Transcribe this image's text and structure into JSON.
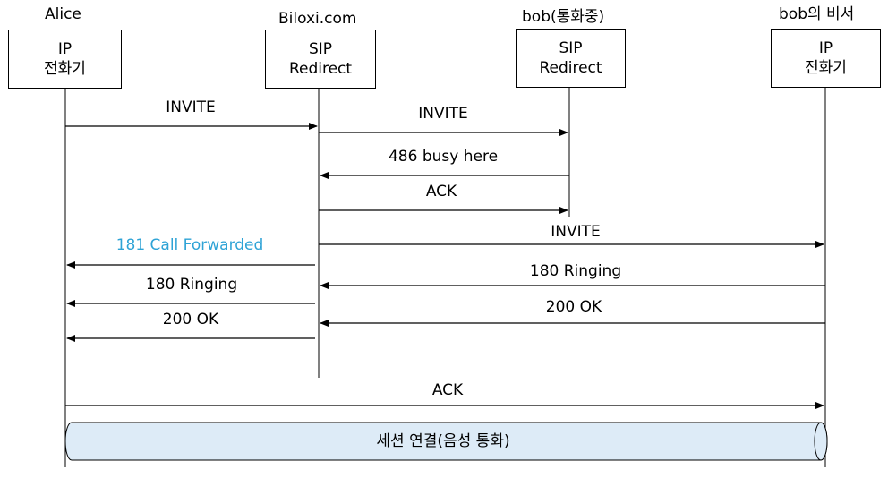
{
  "participants": [
    {
      "id": "alice",
      "top_label": "Alice",
      "box_line1": "IP",
      "box_line2": "전화기"
    },
    {
      "id": "biloxi",
      "top_label": "Biloxi.com",
      "box_line1": "SIP",
      "box_line2": "Redirect"
    },
    {
      "id": "bob",
      "top_label": "bob(통화중)",
      "box_line1": "SIP",
      "box_line2": "Redirect"
    },
    {
      "id": "secretary",
      "top_label": "bob의 비서",
      "box_line1": "IP",
      "box_line2": "전화기"
    }
  ],
  "messages": [
    {
      "label": "INVITE",
      "from": "alice",
      "to": "biloxi"
    },
    {
      "label": "INVITE",
      "from": "biloxi",
      "to": "bob"
    },
    {
      "label": "486 busy here",
      "from": "bob",
      "to": "biloxi"
    },
    {
      "label": "ACK",
      "from": "biloxi",
      "to": "bob"
    },
    {
      "label": "INVITE",
      "from": "biloxi",
      "to": "secretary"
    },
    {
      "label": "181 Call Forwarded",
      "from": "biloxi",
      "to": "alice",
      "color": "#2EA3D6"
    },
    {
      "label": "180 Ringing",
      "from": "secretary",
      "to": "biloxi"
    },
    {
      "label": "180 Ringing",
      "from": "biloxi",
      "to": "alice"
    },
    {
      "label": "200 OK",
      "from": "secretary",
      "to": "biloxi"
    },
    {
      "label": "200 OK",
      "from": "biloxi",
      "to": "alice"
    },
    {
      "label": "ACK",
      "from": "alice",
      "to": "secretary"
    }
  ],
  "session": {
    "label": "세션 연결(음성 통화)",
    "fill": "#DDEBF7"
  },
  "colors": {
    "line": "#000000",
    "highlight": "#2EA3D6"
  }
}
